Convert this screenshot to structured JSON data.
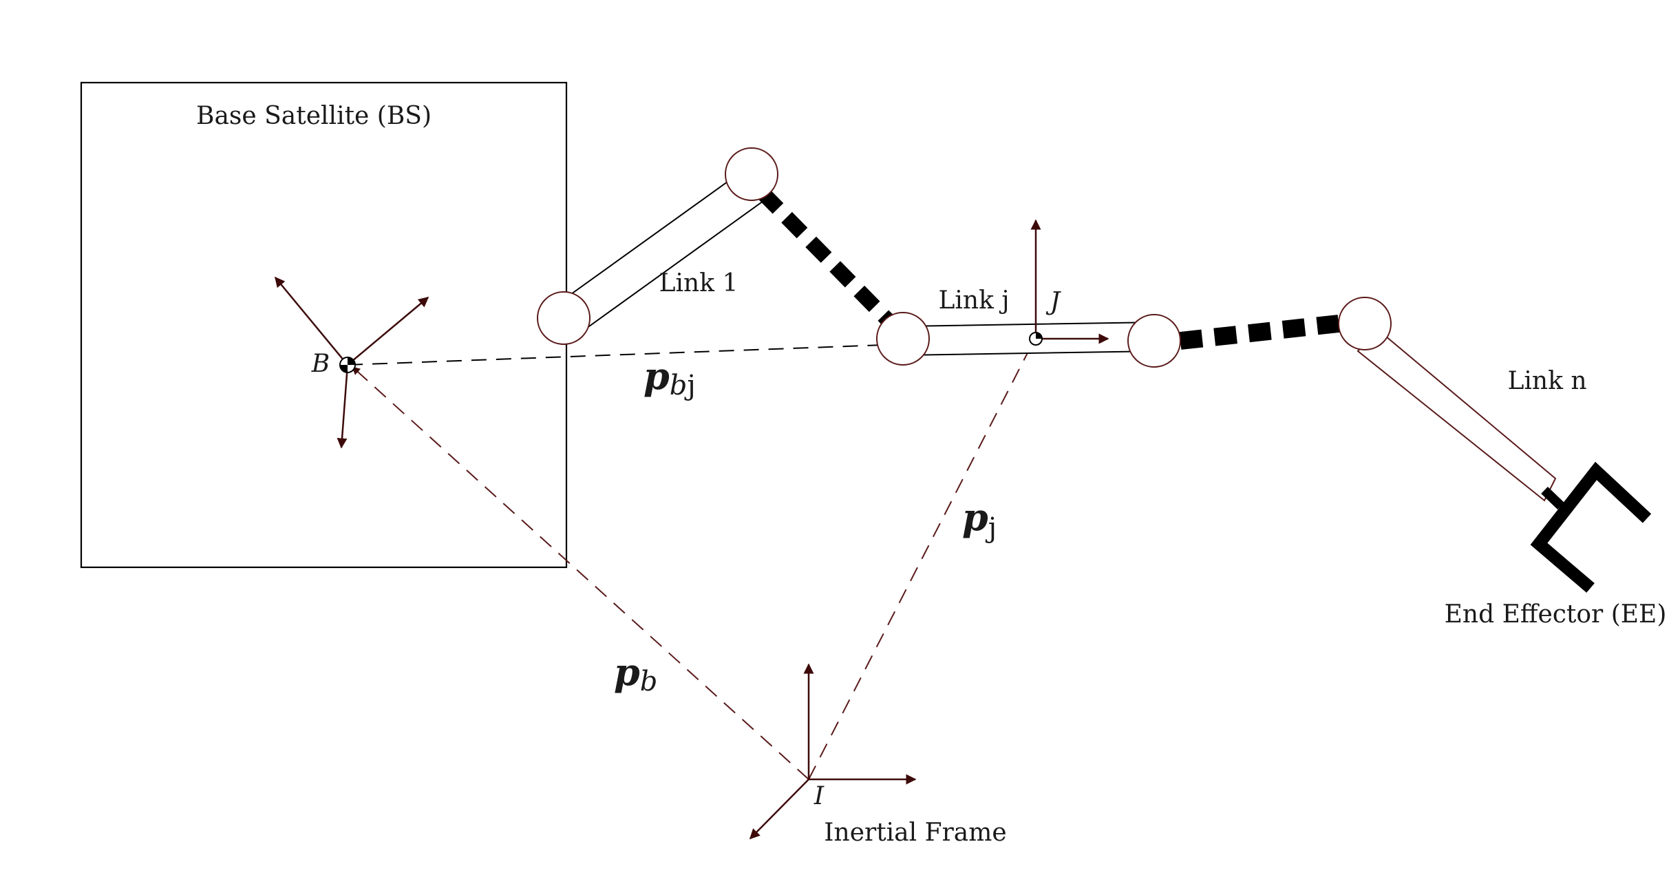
{
  "labels": {
    "base_satellite": "Base Satellite (BS)",
    "link_1": "Link 1",
    "link_j": "Link j",
    "link_n": "Link n",
    "end_effector": "End Effector (EE)",
    "inertial_frame": "Inertial Frame"
  },
  "frames": {
    "base": "B",
    "joint": "J",
    "inertial": "I"
  },
  "vectors": {
    "p_bj": {
      "symbol": "p",
      "subscript_italic": "b",
      "subscript_roman": "j"
    },
    "p_j": {
      "symbol": "p",
      "subscript_italic": "",
      "subscript_roman": "j"
    },
    "p_b": {
      "symbol": "p",
      "subscript_italic": "b",
      "subscript_roman": ""
    }
  },
  "colors": {
    "frame_arrow": "#3d0a0a",
    "outline": "#000000",
    "joint_outline": "#5a1a1a",
    "dashed_dark": "#000000",
    "dashed_maroon": "#5a1a1a"
  }
}
